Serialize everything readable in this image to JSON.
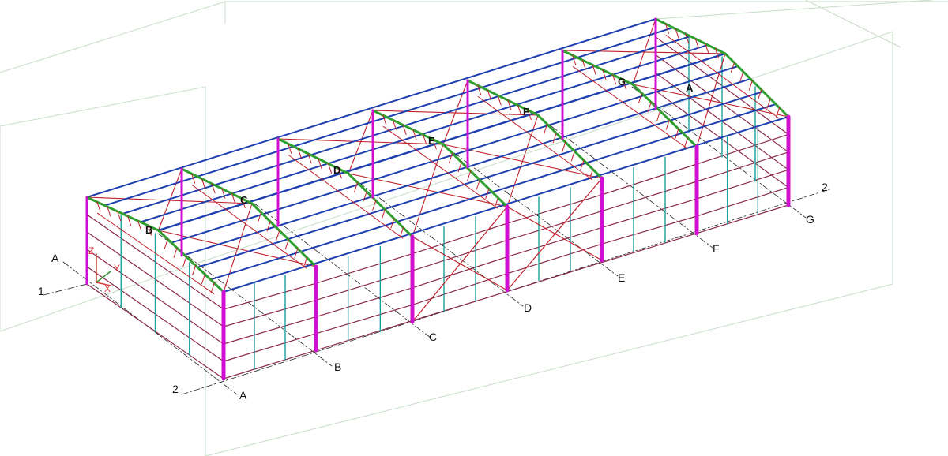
{
  "colors": {
    "bounding_box": "#c8dcc8",
    "grid_line": "#222222",
    "column": "#d010d0",
    "purlin": "#1e3fb0",
    "rafter": "#2fa02f",
    "bracing": "#c0202a",
    "girt": "#8a2a4a",
    "wall_post": "#1aa0a0",
    "axis_x": "#e23b3b",
    "axis_y": "#2f8f2f",
    "axis_z": "#d04040"
  },
  "grid": {
    "letters": [
      "A",
      "B",
      "C",
      "D",
      "E",
      "F",
      "G"
    ],
    "numbers": [
      "1",
      "2"
    ]
  },
  "frame_labels": [
    "B",
    "C",
    "D",
    "E",
    "F",
    "G",
    "A"
  ],
  "axis_triad": {
    "x": "X",
    "y": "Y",
    "z": "Z"
  }
}
